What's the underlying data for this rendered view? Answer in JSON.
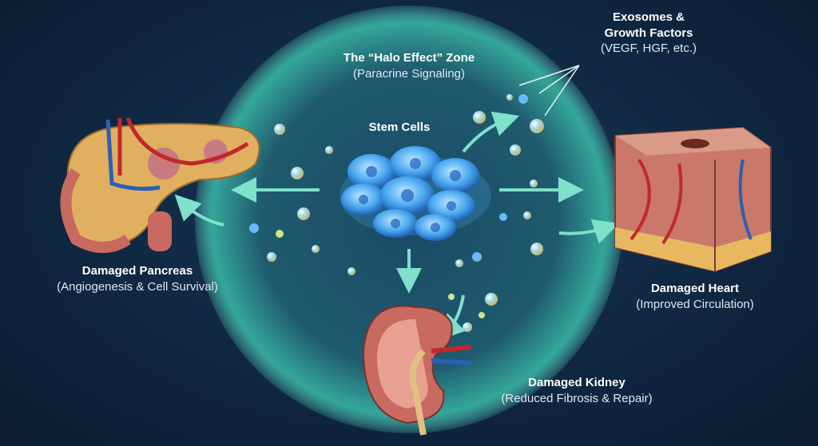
{
  "halo": {
    "title": "The “Halo Effect” Zone",
    "subtitle": "(Paracrine Signaling)"
  },
  "exosomes": {
    "title_line1": "Exosomes &",
    "title_line2": "Growth Factors",
    "subtitle": "(VEGF, HGF, etc.)"
  },
  "stem_cells": {
    "title": "Stem Cells"
  },
  "pancreas": {
    "title": "Damaged Pancreas",
    "subtitle": "(Angiogenesis & Cell Survival)"
  },
  "heart": {
    "title": "Damaged Heart",
    "subtitle": "(Improved Circulation)"
  },
  "kidney": {
    "title": "Damaged Kidney",
    "subtitle": "(Reduced Fibrosis & Repair)"
  },
  "colors": {
    "halo": "#3fbfae",
    "arrow": "#7fe0cc",
    "cell": "#4aa8f0",
    "tissue": "#d98a7a",
    "vessel_red": "#c0282c",
    "vessel_blue": "#2b5fb5"
  }
}
